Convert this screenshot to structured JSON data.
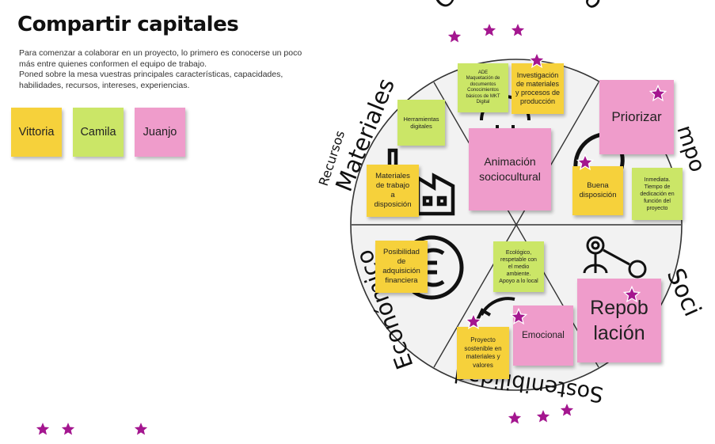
{
  "title": "Compartir capitales",
  "description": {
    "line1": "Para comenzar a colaborar en un proyecto, lo primero es conocerse un poco",
    "line2": "más entre quienes conformen el equipo de trabajo.",
    "line3": "Poned sobre la mesa vuestras principales características, capacidades,",
    "line4": "habilidades, recursos, intereses, experiencias."
  },
  "team": [
    {
      "name": "Vittoria",
      "color": "yellow"
    },
    {
      "name": "Camila",
      "color": "green"
    },
    {
      "name": "Juanjo",
      "color": "pink"
    }
  ],
  "wheel": {
    "segments": {
      "conocimiento": "Conocimiento",
      "tiempo_fragment": "mpo",
      "social_fragment": "Soci",
      "sostenibilidad": "Sostenibilidad",
      "economico": "Económico",
      "recursos": "Recursos",
      "materiales": "Materiales"
    },
    "icons": [
      "lightbulb-icon",
      "clock-icon",
      "network-people-icon",
      "recycle-icon",
      "euro-coin-icon",
      "factory-icon"
    ]
  },
  "notes": {
    "ade": {
      "lines": [
        "ADE",
        "Maquetación de",
        "documentos",
        "Conocimientos",
        "básicos de MKT",
        "Digital"
      ]
    },
    "investigacion": {
      "lines": [
        "Investigación",
        "de materiales",
        "y procesos de",
        "producción"
      ]
    },
    "priorizar": {
      "lines": [
        "Priorizar"
      ]
    },
    "herramientas": {
      "lines": [
        "Herramientas",
        "digitales"
      ]
    },
    "animacion": {
      "lines": [
        "Animación",
        "sociocultural"
      ]
    },
    "buena_disposicion": {
      "lines": [
        "Buena",
        "disposición"
      ]
    },
    "inmediata": {
      "lines": [
        "Inmediata.",
        "Tiempo de",
        "dedicación en",
        "función del",
        "proyecto"
      ]
    },
    "materiales_trabajo": {
      "lines": [
        "Materiales",
        "de trabajo",
        "a",
        "disposición"
      ]
    },
    "posibilidad": {
      "lines": [
        "Posibilidad",
        "de",
        "adquisición",
        "financiera"
      ]
    },
    "ecologico": {
      "lines": [
        "Ecológico,",
        "respetable con",
        "el medio",
        "ambiente.",
        "Apoyo a lo local"
      ]
    },
    "repoblacion": {
      "lines": [
        "Repob",
        "lación"
      ]
    },
    "emocional": {
      "lines": [
        "Emocional"
      ]
    },
    "proyecto": {
      "lines": [
        "Proyecto",
        "sostenible en",
        "materiales y",
        "valores"
      ]
    }
  },
  "colors": {
    "yellow": "#f6d13b",
    "green": "#cbe667",
    "pink": "#ef9ccb",
    "star": "#a4168f",
    "wheel_bg": "#f2f2f2",
    "wheel_line": "#333333"
  }
}
